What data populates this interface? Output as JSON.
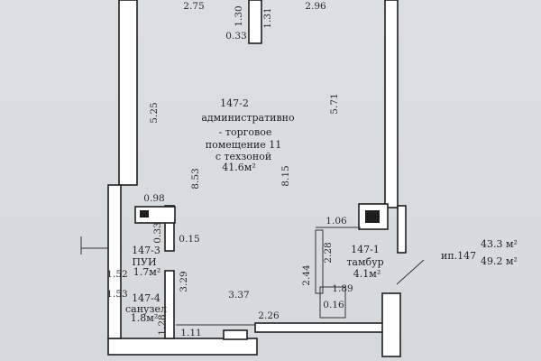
{
  "rooms": {
    "main": {
      "number": "147-2",
      "line1": "административно",
      "line2": "- торговое",
      "line3": "помещение 11",
      "line4": "с техзоной",
      "area": "41.6м²"
    },
    "pui": {
      "number": "147-3",
      "name": "ПУИ",
      "area": "1.7м²"
    },
    "wc": {
      "number": "147-4",
      "name": "санузел",
      "area": "1.8м²"
    },
    "vestibule": {
      "number": "147-1",
      "name": "тамбур",
      "area": "4.1м²"
    }
  },
  "totals": {
    "label": "ип.147",
    "area1": "43.3 м²",
    "area2": "49.2 м²"
  },
  "dims": {
    "d275": "2.75",
    "d130": "1.30",
    "d131": "1.31",
    "d296": "2.96",
    "d033": "0.33",
    "d525": "5.25",
    "d571": "5.71",
    "d853": "8.53",
    "d815": "8.15",
    "d098": "0.98",
    "d106": "1.06",
    "d033b": "0.33",
    "d015": "0.15",
    "d228": "2.28",
    "d152": "1.52",
    "d153": "1.53",
    "d329": "3.29",
    "d244": "2.44",
    "d189": "1.89",
    "d337": "3.37",
    "d016": "0.16",
    "d128": "1.28",
    "d111": "1.11",
    "d226": "2.26"
  }
}
